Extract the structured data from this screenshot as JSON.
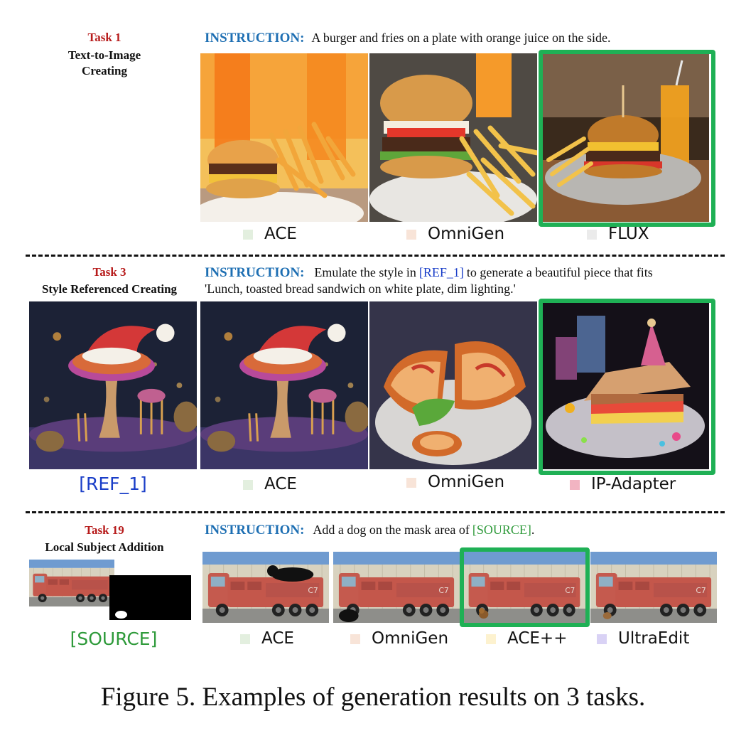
{
  "task1": {
    "title": "Task 1",
    "subtitle_line1": "Text-to-Image",
    "subtitle_line2": "Creating",
    "instruction_key": "INSTRUCTION:",
    "instruction_text": "A burger and fries on a plate with orange juice on the side.",
    "labels": [
      {
        "text": "ACE",
        "color": "#e3efdf"
      },
      {
        "text": "OmniGen",
        "color": "#f8e4d8"
      },
      {
        "text": "FLUX",
        "color": "#ebebeb"
      }
    ]
  },
  "task3": {
    "title": "Task 3",
    "subtitle": "Style Referenced Creating",
    "instruction_key": "INSTRUCTION:",
    "instruction_pre": "Emulate the style in",
    "instruction_ref": "[REF_1]",
    "instruction_post": "to generate a beautiful piece that fits",
    "instruction_line2": "'Lunch, toasted bread sandwich on white plate, dim lighting.'",
    "ref_label": "[REF_1]",
    "labels": [
      {
        "text": "ACE",
        "color": "#e3efdf"
      },
      {
        "text": "OmniGen",
        "color": "#f8e4d8"
      },
      {
        "text": "IP-Adapter",
        "color": "#f2b4c2"
      }
    ]
  },
  "task19": {
    "title": "Task 19",
    "subtitle": "Local Subject Addition",
    "instruction_key": "INSTRUCTION:",
    "instruction_pre": "Add a dog on the mask area of",
    "instruction_src": "[SOURCE]",
    "instruction_post": ".",
    "source_label": "[SOURCE]",
    "truck_mark": "C7",
    "labels": [
      {
        "text": "ACE",
        "color": "#e3efdf"
      },
      {
        "text": "OmniGen",
        "color": "#f8e4d8"
      },
      {
        "text": "ACE++",
        "color": "#fdf2cf"
      },
      {
        "text": "UltraEdit",
        "color": "#d9d2f5"
      }
    ]
  },
  "caption": "Figure 5. Examples of generation results on 3 tasks."
}
